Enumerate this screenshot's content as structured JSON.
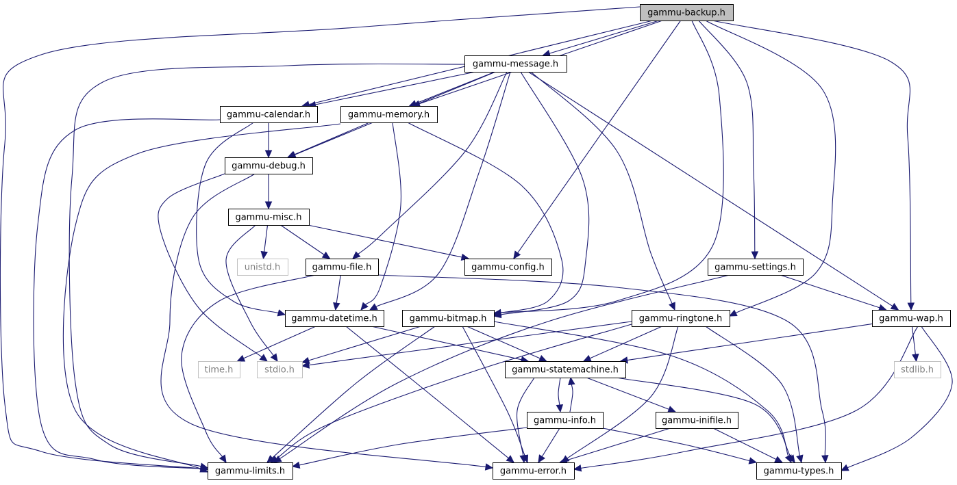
{
  "diagram": {
    "nodes": [
      {
        "id": "backup",
        "label": "gammu-backup.h",
        "kind": "root"
      },
      {
        "id": "message",
        "label": "gammu-message.h",
        "kind": "normal"
      },
      {
        "id": "calendar",
        "label": "gammu-calendar.h",
        "kind": "normal"
      },
      {
        "id": "memory",
        "label": "gammu-memory.h",
        "kind": "normal"
      },
      {
        "id": "debug",
        "label": "gammu-debug.h",
        "kind": "normal"
      },
      {
        "id": "misc",
        "label": "gammu-misc.h",
        "kind": "normal"
      },
      {
        "id": "unistd",
        "label": "unistd.h",
        "kind": "ext"
      },
      {
        "id": "file",
        "label": "gammu-file.h",
        "kind": "normal"
      },
      {
        "id": "config",
        "label": "gammu-config.h",
        "kind": "normal"
      },
      {
        "id": "settings",
        "label": "gammu-settings.h",
        "kind": "normal"
      },
      {
        "id": "datetime",
        "label": "gammu-datetime.h",
        "kind": "normal"
      },
      {
        "id": "bitmap",
        "label": "gammu-bitmap.h",
        "kind": "normal"
      },
      {
        "id": "ringtone",
        "label": "gammu-ringtone.h",
        "kind": "normal"
      },
      {
        "id": "wap",
        "label": "gammu-wap.h",
        "kind": "normal"
      },
      {
        "id": "time",
        "label": "time.h",
        "kind": "ext"
      },
      {
        "id": "stdio",
        "label": "stdio.h",
        "kind": "ext"
      },
      {
        "id": "statemachine",
        "label": "gammu-statemachine.h",
        "kind": "normal"
      },
      {
        "id": "stdlib",
        "label": "stdlib.h",
        "kind": "ext"
      },
      {
        "id": "info",
        "label": "gammu-info.h",
        "kind": "normal"
      },
      {
        "id": "inifile",
        "label": "gammu-inifile.h",
        "kind": "normal"
      },
      {
        "id": "limits",
        "label": "gammu-limits.h",
        "kind": "normal"
      },
      {
        "id": "error",
        "label": "gammu-error.h",
        "kind": "normal"
      },
      {
        "id": "types",
        "label": "gammu-types.h",
        "kind": "normal"
      }
    ],
    "edges": [
      [
        "backup",
        "message"
      ],
      [
        "backup",
        "calendar"
      ],
      [
        "backup",
        "memory"
      ],
      [
        "backup",
        "config"
      ],
      [
        "backup",
        "bitmap"
      ],
      [
        "backup",
        "settings"
      ],
      [
        "backup",
        "ringtone"
      ],
      [
        "backup",
        "wap"
      ],
      [
        "backup",
        "limits"
      ],
      [
        "message",
        "calendar"
      ],
      [
        "message",
        "memory"
      ],
      [
        "message",
        "debug"
      ],
      [
        "message",
        "file"
      ],
      [
        "message",
        "datetime"
      ],
      [
        "message",
        "bitmap"
      ],
      [
        "message",
        "ringtone"
      ],
      [
        "message",
        "wap"
      ],
      [
        "message",
        "limits"
      ],
      [
        "calendar",
        "debug"
      ],
      [
        "calendar",
        "datetime"
      ],
      [
        "calendar",
        "limits"
      ],
      [
        "memory",
        "debug"
      ],
      [
        "memory",
        "datetime"
      ],
      [
        "memory",
        "bitmap"
      ],
      [
        "memory",
        "limits"
      ],
      [
        "debug",
        "misc"
      ],
      [
        "debug",
        "stdio"
      ],
      [
        "debug",
        "error"
      ],
      [
        "misc",
        "unistd"
      ],
      [
        "misc",
        "file"
      ],
      [
        "misc",
        "config"
      ],
      [
        "misc",
        "stdio"
      ],
      [
        "file",
        "datetime"
      ],
      [
        "file",
        "limits"
      ],
      [
        "file",
        "types"
      ],
      [
        "settings",
        "wap"
      ],
      [
        "settings",
        "limits"
      ],
      [
        "datetime",
        "time"
      ],
      [
        "datetime",
        "statemachine"
      ],
      [
        "datetime",
        "error"
      ],
      [
        "bitmap",
        "stdio"
      ],
      [
        "bitmap",
        "statemachine"
      ],
      [
        "bitmap",
        "limits"
      ],
      [
        "bitmap",
        "error"
      ],
      [
        "bitmap",
        "types"
      ],
      [
        "ringtone",
        "stdio"
      ],
      [
        "ringtone",
        "statemachine"
      ],
      [
        "ringtone",
        "limits"
      ],
      [
        "ringtone",
        "error"
      ],
      [
        "ringtone",
        "types"
      ],
      [
        "wap",
        "statemachine"
      ],
      [
        "wap",
        "stdlib"
      ],
      [
        "wap",
        "error"
      ],
      [
        "wap",
        "types"
      ],
      [
        "statemachine",
        "info"
      ],
      [
        "statemachine",
        "inifile"
      ],
      [
        "statemachine",
        "error"
      ],
      [
        "statemachine",
        "types"
      ],
      [
        "info",
        "statemachine"
      ],
      [
        "info",
        "limits"
      ],
      [
        "info",
        "error"
      ],
      [
        "info",
        "types"
      ],
      [
        "inifile",
        "error"
      ],
      [
        "inifile",
        "types"
      ]
    ]
  }
}
